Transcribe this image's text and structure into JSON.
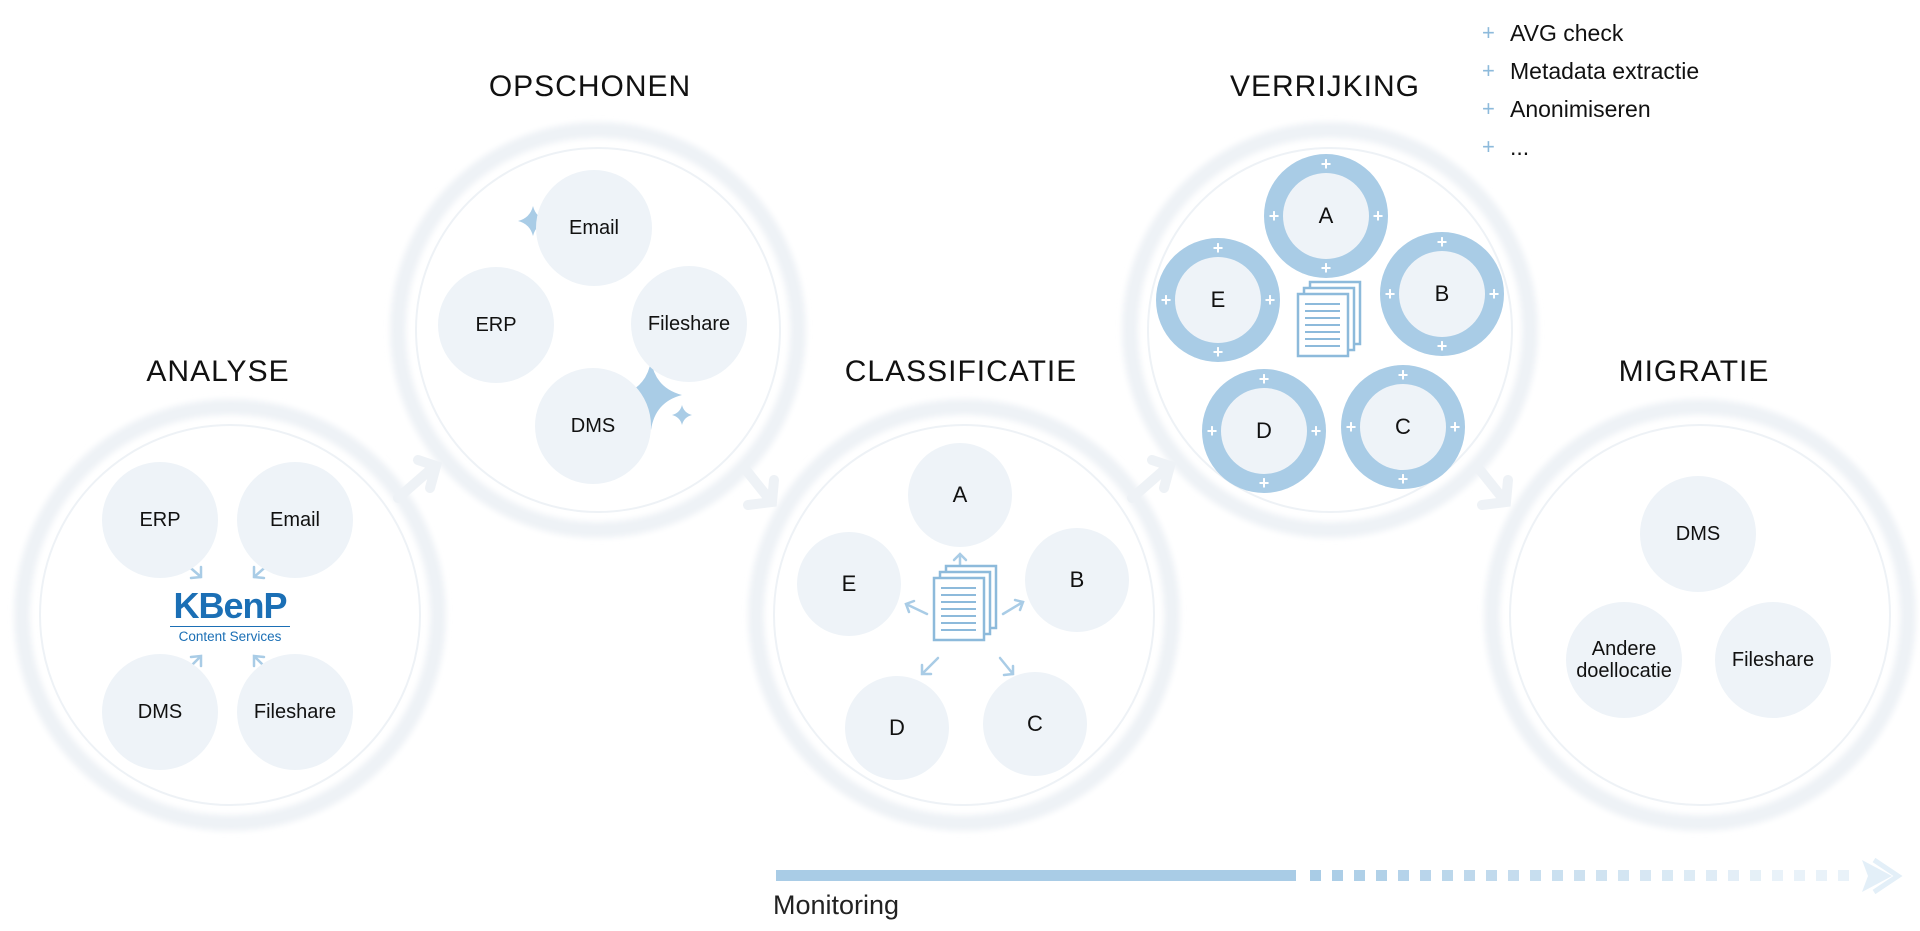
{
  "stages": {
    "analyse": {
      "title": "ANALYSE",
      "nodes": [
        "ERP",
        "Email",
        "DMS",
        "Fileshare"
      ]
    },
    "opschonen": {
      "title": "OPSCHONEN",
      "nodes": [
        "Email",
        "ERP",
        "Fileshare",
        "DMS"
      ]
    },
    "classificatie": {
      "title": "CLASSIFICATIE",
      "nodes": [
        "A",
        "B",
        "C",
        "D",
        "E"
      ]
    },
    "verrijking": {
      "title": "VERRIJKING",
      "nodes": [
        "A",
        "B",
        "C",
        "D",
        "E"
      ]
    },
    "migratie": {
      "title": "MIGRATIE",
      "nodes": [
        "DMS",
        "Andere doellocatie",
        "Fileshare"
      ]
    }
  },
  "enrichment_list": [
    "AVG check",
    "Metadata extractie",
    "Anonimiseren",
    "..."
  ],
  "logo": {
    "brand": "KBenP",
    "subtitle": "Content Services"
  },
  "monitoring": {
    "label": "Monitoring"
  },
  "colors": {
    "accent": "#a9cce6",
    "node_fill": "#eef3f8",
    "brand_blue": "#1b6fb5",
    "circle_edge": "#e8eef4"
  },
  "icons": [
    "document-stack-icon",
    "sparkle-icon",
    "arrow-right-icon",
    "plus-icon"
  ]
}
